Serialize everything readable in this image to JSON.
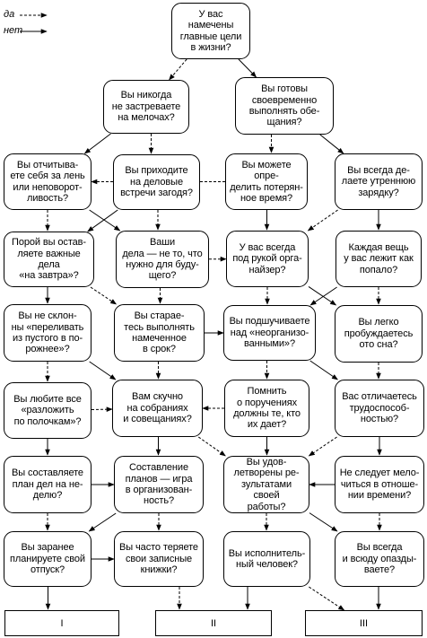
{
  "legend": {
    "yes_label": "да",
    "no_label": "нет"
  },
  "nodes": [
    {
      "id": "q1",
      "text": "У вас намечены\nглавные цели\nв жизни?"
    },
    {
      "id": "q2",
      "text": "Вы никогда\nне застреваете\nна мелочах?"
    },
    {
      "id": "q3",
      "text": "Вы готовы\nсвоевременно\nвыполнять обе-\nщания?"
    },
    {
      "id": "q4",
      "text": "Вы отчитыва-\nете себя за лень\nили неповорот-\nливость?"
    },
    {
      "id": "q5",
      "text": "Вы приходите\nна деловые\nвстречи загодя?"
    },
    {
      "id": "q6",
      "text": "Вы можете опре-\nделить потерян-\nное время?"
    },
    {
      "id": "q7",
      "text": "Вы всегда де-\nлаете утреннюю\nзарядку?"
    },
    {
      "id": "q8",
      "text": "Порой вы остав-\nляете важные дела\n«на завтра»?"
    },
    {
      "id": "q9",
      "text": "Ваши\nдела — не то, что\nнужно для буду-\nщего?"
    },
    {
      "id": "q10",
      "text": "У вас всегда\nпод рукой орга-\nнайзер?"
    },
    {
      "id": "q11",
      "text": "Каждая вещь\nу вас лежит как\nпопало?"
    },
    {
      "id": "q12",
      "text": "Вы не склон-\nны «переливать\nиз пустого в по-\nрожнее»?"
    },
    {
      "id": "q13",
      "text": "Вы старае-\nтесь выполнять\nнамеченное\nв срок?"
    },
    {
      "id": "q14",
      "text": "Вы подшучиваете\nнад «неорганизо-\nванными»?"
    },
    {
      "id": "q15",
      "text": "Вы легко\nпробуждаетесь\nото сна?"
    },
    {
      "id": "q16",
      "text": "Вы любите все\n«разложить\nпо полочкам»?"
    },
    {
      "id": "q17",
      "text": "Вам скучно\nна собраниях\nи совещаниях?"
    },
    {
      "id": "q18",
      "text": "Помнить\nо поручениях\nдолжны те, кто\nих дает?"
    },
    {
      "id": "q19",
      "text": "Вас отличаетесь\nтрудоспособ-\nностью?"
    },
    {
      "id": "q20",
      "text": "Вы составляете\nплан дел на не-\nделю?"
    },
    {
      "id": "q21",
      "text": "Составление\nпланов — игра\nв организован-\nность?"
    },
    {
      "id": "q22",
      "text": "Вы удов-\nлетворены ре-\nзультатами своей\nработы?"
    },
    {
      "id": "q23",
      "text": "Не следует мело-\nчиться в отноше-\nнии времени?"
    },
    {
      "id": "q24",
      "text": "Вы заранее\nпланируете свой\nотпуск?"
    },
    {
      "id": "q25",
      "text": "Вы часто теряете\nсвои записные\nкнижки?"
    },
    {
      "id": "q26",
      "text": "Вы исполнитель-\nный человек?"
    },
    {
      "id": "q27",
      "text": "Вы всегда\nи всюду опазды-\nваете?"
    }
  ],
  "outcomes": [
    {
      "id": "I",
      "label": "I"
    },
    {
      "id": "II",
      "label": "II"
    },
    {
      "id": "III",
      "label": "III"
    }
  ],
  "edges": [
    {
      "from": "q1",
      "to": "q2",
      "type": "yes"
    },
    {
      "from": "q1",
      "to": "q3",
      "type": "no"
    },
    {
      "from": "q2",
      "to": "q5",
      "type": "yes"
    },
    {
      "from": "q2",
      "to": "q4",
      "type": "no"
    },
    {
      "from": "q3",
      "to": "q6",
      "type": "yes"
    },
    {
      "from": "q3",
      "to": "q7",
      "type": "no"
    },
    {
      "from": "q4",
      "to": "q8",
      "type": "yes"
    },
    {
      "from": "q4",
      "to": "q9",
      "type": "no"
    },
    {
      "from": "q5",
      "to": "q9",
      "type": "yes"
    },
    {
      "from": "q5",
      "to": "q8",
      "type": "no"
    },
    {
      "from": "q6",
      "to": "q10",
      "type": "no"
    },
    {
      "from": "q6",
      "to": "q4",
      "type": "yes"
    },
    {
      "from": "q7",
      "to": "q11",
      "type": "no"
    },
    {
      "from": "q7",
      "to": "q10",
      "type": "yes"
    },
    {
      "from": "q8",
      "to": "q12",
      "type": "no"
    },
    {
      "from": "q8",
      "to": "q13",
      "type": "yes"
    },
    {
      "from": "q9",
      "to": "q10",
      "type": "yes"
    },
    {
      "from": "q9",
      "to": "q13",
      "type": "yes"
    },
    {
      "from": "q10",
      "to": "q14",
      "type": "yes"
    },
    {
      "from": "q10",
      "to": "q15",
      "type": "no"
    },
    {
      "from": "q11",
      "to": "q14",
      "type": "no"
    },
    {
      "from": "q11",
      "to": "q15",
      "type": "yes"
    },
    {
      "from": "q12",
      "to": "q16",
      "type": "yes"
    },
    {
      "from": "q12",
      "to": "q17",
      "type": "no"
    },
    {
      "from": "q13",
      "to": "q17",
      "type": "yes"
    },
    {
      "from": "q13",
      "to": "q14",
      "type": "no"
    },
    {
      "from": "q14",
      "to": "q18",
      "type": "yes"
    },
    {
      "from": "q14",
      "to": "q19",
      "type": "no"
    },
    {
      "from": "q15",
      "to": "q19",
      "type": "yes"
    },
    {
      "from": "q16",
      "to": "q17",
      "type": "yes"
    },
    {
      "from": "q16",
      "to": "q20",
      "type": "no"
    },
    {
      "from": "q17",
      "to": "q21",
      "type": "no"
    },
    {
      "from": "q17",
      "to": "q22",
      "type": "yes"
    },
    {
      "from": "q18",
      "to": "q17",
      "type": "yes"
    },
    {
      "from": "q18",
      "to": "q22",
      "type": "no"
    },
    {
      "from": "q19",
      "to": "q23",
      "type": "no"
    },
    {
      "from": "q19",
      "to": "q22",
      "type": "yes"
    },
    {
      "from": "q20",
      "to": "q24",
      "type": "yes"
    },
    {
      "from": "q20",
      "to": "q21",
      "type": "no"
    },
    {
      "from": "q21",
      "to": "q24",
      "type": "no"
    },
    {
      "from": "q21",
      "to": "q25",
      "type": "yes"
    },
    {
      "from": "q22",
      "to": "q26",
      "type": "yes"
    },
    {
      "from": "q22",
      "to": "q27",
      "type": "no"
    },
    {
      "from": "q23",
      "to": "q27",
      "type": "yes"
    },
    {
      "from": "q23",
      "to": "q22",
      "type": "no"
    },
    {
      "from": "q24",
      "to": "I",
      "type": "no"
    },
    {
      "from": "q24",
      "to": "q25",
      "type": "no"
    },
    {
      "from": "q25",
      "to": "II",
      "type": "yes"
    },
    {
      "from": "q26",
      "to": "II",
      "type": "no"
    },
    {
      "from": "q26",
      "to": "III",
      "type": "yes"
    },
    {
      "from": "q27",
      "to": "III",
      "type": "no"
    }
  ]
}
